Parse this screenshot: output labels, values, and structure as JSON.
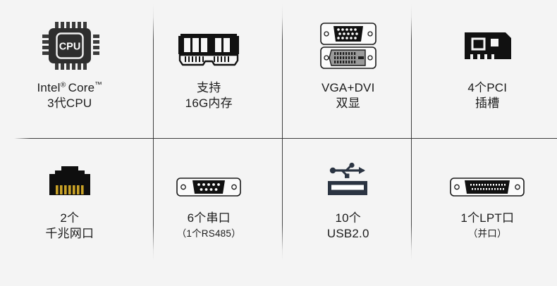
{
  "page": {
    "background_color": "#f4f4f4",
    "text_color": "#1b1b1b",
    "divider_color": "#2a2a2a",
    "accent_gold": "#c9a227",
    "usb_color": "#2b3442"
  },
  "grid": {
    "rows": 2,
    "columns": 4,
    "cells": [
      {
        "id": "cpu",
        "icon": "cpu-chip-icon",
        "line1": "Intel",
        "reg_mark": "®",
        "line1_tail": "Core",
        "tm_mark": "™",
        "line2": "3代CPU",
        "sub": ""
      },
      {
        "id": "memory",
        "icon": "ram-module-icon",
        "line1": "支持",
        "line2": "16G内存",
        "sub": ""
      },
      {
        "id": "display",
        "icon": "vga-dvi-port-icon",
        "line1": "VGA+DVI",
        "line2": "双显",
        "sub": ""
      },
      {
        "id": "pci",
        "icon": "pci-card-icon",
        "line1": "4个PCI",
        "line2": "插槽",
        "sub": ""
      },
      {
        "id": "lan",
        "icon": "rj45-ethernet-icon",
        "line1": "2个",
        "line2": "千兆网口",
        "sub": ""
      },
      {
        "id": "serial",
        "icon": "db9-serial-port-icon",
        "line1": "6个串口",
        "line2": "",
        "sub": "（1个RS485）"
      },
      {
        "id": "usb",
        "icon": "usb-port-icon",
        "line1": "10个",
        "line2": "USB2.0",
        "sub": ""
      },
      {
        "id": "lpt",
        "icon": "lpt-parallel-port-icon",
        "line1": "1个LPT口",
        "line2": "",
        "sub": "（并口）"
      }
    ]
  }
}
